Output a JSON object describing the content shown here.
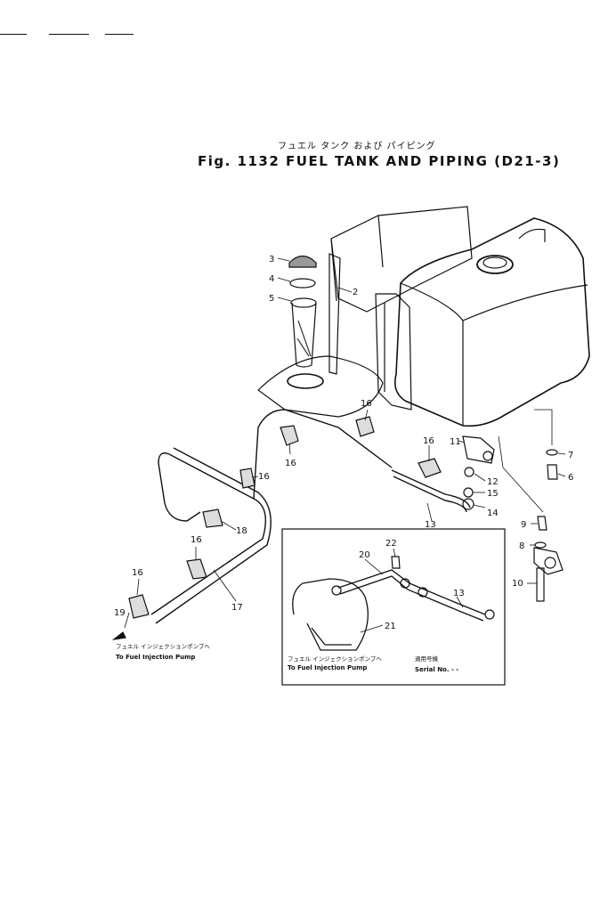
{
  "title": {
    "japanese": "フュエル タンク および パイピング",
    "english": "Fig. 1132  FUEL TANK AND PIPING (D21-3)"
  },
  "parts": {
    "p1": "2",
    "p2": "3",
    "p3": "4",
    "p4": "5",
    "p5": "16",
    "p6": "16",
    "p7": "16",
    "p8": "16",
    "p9": "18",
    "p10": "16",
    "p11": "16",
    "p12": "17",
    "p13": "19",
    "p14": "11",
    "p15": "12",
    "p16": "15",
    "p17": "14",
    "p18": "13",
    "p19": "7",
    "p20": "6",
    "p21": "9",
    "p22": "8",
    "p23": "10",
    "p24": "22",
    "p25": "20",
    "p26": "13",
    "p27": "21"
  },
  "notes": {
    "left_jp": "フュエル インジェクションポンプへ",
    "left_en": "To Fuel Injection Pump",
    "inset_jp": "フュエル インジェクションポンプへ",
    "inset_en": "To Fuel Injection Pump",
    "serial_jp": "適用号機",
    "serial_en": "Serial No.  - -"
  }
}
